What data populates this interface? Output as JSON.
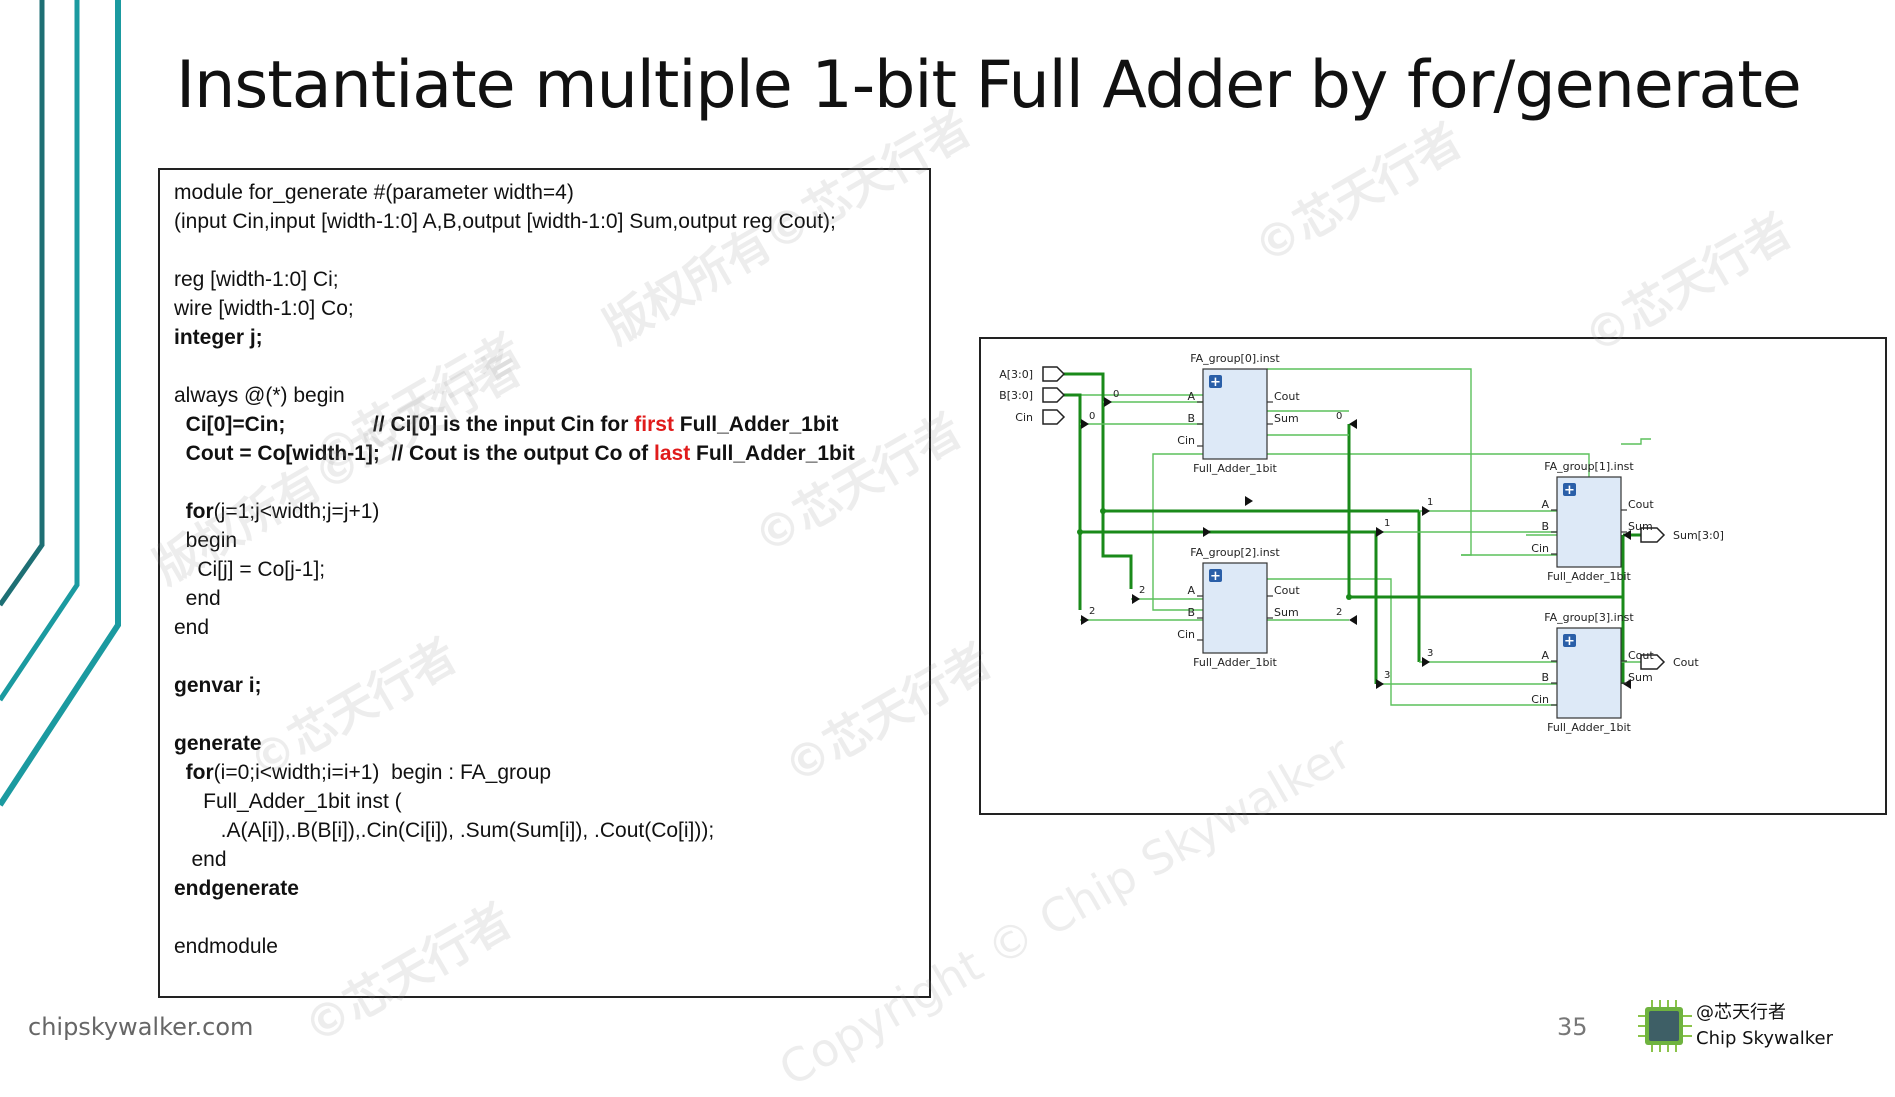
{
  "slide": {
    "title": "Instantiate multiple 1-bit Full Adder by for/generate",
    "page_number": "35",
    "footer_site": "chipskywalker.com",
    "brand_line1": "@芯天行者",
    "brand_line2": "Chip Skywalker",
    "accent_color": "#1b9aa0"
  },
  "code": {
    "lines": [
      [
        {
          "t": "module for_generate #(parameter width=4)"
        }
      ],
      [
        {
          "t": "(input Cin,input [width-1:0] A,B,output [width-1:0] Sum,output reg Cout);"
        }
      ],
      [
        {
          "t": ""
        }
      ],
      [
        {
          "t": "reg [width-1:0] Ci;"
        }
      ],
      [
        {
          "t": "wire [width-1:0] Co;"
        }
      ],
      [
        {
          "t": "integer j;",
          "b": true
        }
      ],
      [
        {
          "t": ""
        }
      ],
      [
        {
          "t": "always @(*) begin"
        }
      ],
      [
        {
          "t": "  Ci[0]=Cin;               // Ci[0] is the input Cin for ",
          "b": true
        },
        {
          "t": "first",
          "b": true,
          "red": true
        },
        {
          "t": " Full_Adder_1bit",
          "b": true
        }
      ],
      [
        {
          "t": "  Cout = Co[width-1];  // Cout is the output Co of ",
          "b": true
        },
        {
          "t": "last",
          "b": true,
          "red": true
        },
        {
          "t": " Full_Adder_1bit",
          "b": true
        }
      ],
      [
        {
          "t": ""
        }
      ],
      [
        {
          "t": "  "
        },
        {
          "t": "for",
          "b": true
        },
        {
          "t": "(j=1;j<width;j=j+1)"
        }
      ],
      [
        {
          "t": "  begin"
        }
      ],
      [
        {
          "t": "    Ci[j] = Co[j-1];"
        }
      ],
      [
        {
          "t": "  end"
        }
      ],
      [
        {
          "t": "end"
        }
      ],
      [
        {
          "t": ""
        }
      ],
      [
        {
          "t": "genvar i;",
          "b": true
        }
      ],
      [
        {
          "t": ""
        }
      ],
      [
        {
          "t": "generate",
          "b": true
        }
      ],
      [
        {
          "t": "  "
        },
        {
          "t": "for",
          "b": true
        },
        {
          "t": "(i=0;i<width;i=i+1)  begin : FA_group"
        }
      ],
      [
        {
          "t": "     Full_Adder_1bit inst ("
        }
      ],
      [
        {
          "t": "        .A(A[i]),.B(B[i]),.Cin(Ci[i]), .Sum(Sum[i]), .Cout(Co[i]));"
        }
      ],
      [
        {
          "t": "   end"
        }
      ],
      [
        {
          "t": "endgenerate",
          "b": true
        }
      ],
      [
        {
          "t": ""
        }
      ],
      [
        {
          "t": "endmodule"
        }
      ]
    ]
  },
  "schematic": {
    "inputs": [
      "A[3:0]",
      "B[3:0]",
      "Cin"
    ],
    "outputs": [
      "Sum[3:0]",
      "Cout"
    ],
    "blocks": [
      {
        "name": "FA_group[0].inst",
        "type": "Full_Adder_1bit",
        "index": "0"
      },
      {
        "name": "FA_group[1].inst",
        "type": "Full_Adder_1bit",
        "index": "1"
      },
      {
        "name": "FA_group[2].inst",
        "type": "Full_Adder_1bit",
        "index": "2"
      },
      {
        "name": "FA_group[3].inst",
        "type": "Full_Adder_1bit",
        "index": "3"
      }
    ],
    "ports": {
      "a": "A",
      "b": "B",
      "cin": "Cin",
      "cout": "Cout",
      "sum": "Sum"
    },
    "bus_color": "#1a8a1a",
    "wire_color": "#5cc05c",
    "block_fill": "#dde9f7"
  },
  "watermarks": {
    "cn": "©芯天行者",
    "rights": "版权所有©芯天行者",
    "copyright": "Copyright © Chip Skywalker"
  }
}
